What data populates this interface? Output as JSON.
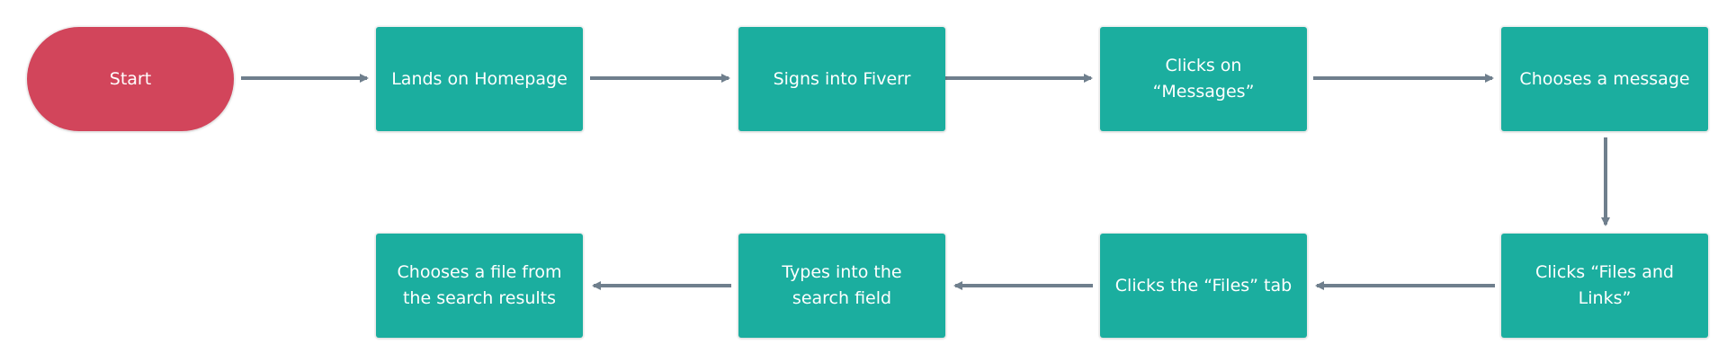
{
  "diagram": {
    "colors": {
      "start": "#d2455b",
      "process": "#1bae9f",
      "text": "#ffffff",
      "arrow": "#6f7f8d"
    },
    "nodes": {
      "start": {
        "label": "Start",
        "shape": "terminal"
      },
      "lands_on_homepage": {
        "label": "Lands on Homepage",
        "shape": "process"
      },
      "signs_into_fiverr": {
        "label": "Signs into Fiverr",
        "shape": "process"
      },
      "clicks_messages": {
        "label": "Clicks on “Messages”",
        "shape": "process"
      },
      "chooses_message": {
        "label": "Chooses a message",
        "shape": "process"
      },
      "clicks_files_links": {
        "label": "Clicks “Files and Links”",
        "shape": "process"
      },
      "clicks_files_tab": {
        "label": "Clicks the “Files” tab",
        "shape": "process"
      },
      "types_search": {
        "label": "Types into the search field",
        "shape": "process"
      },
      "chooses_file": {
        "label": "Chooses a file from the search results",
        "shape": "process"
      }
    },
    "edges": [
      {
        "from": "start",
        "to": "lands_on_homepage"
      },
      {
        "from": "lands_on_homepage",
        "to": "signs_into_fiverr"
      },
      {
        "from": "signs_into_fiverr",
        "to": "clicks_messages"
      },
      {
        "from": "clicks_messages",
        "to": "chooses_message"
      },
      {
        "from": "chooses_message",
        "to": "clicks_files_links"
      },
      {
        "from": "clicks_files_links",
        "to": "clicks_files_tab"
      },
      {
        "from": "clicks_files_tab",
        "to": "types_search"
      },
      {
        "from": "types_search",
        "to": "chooses_file"
      }
    ]
  }
}
